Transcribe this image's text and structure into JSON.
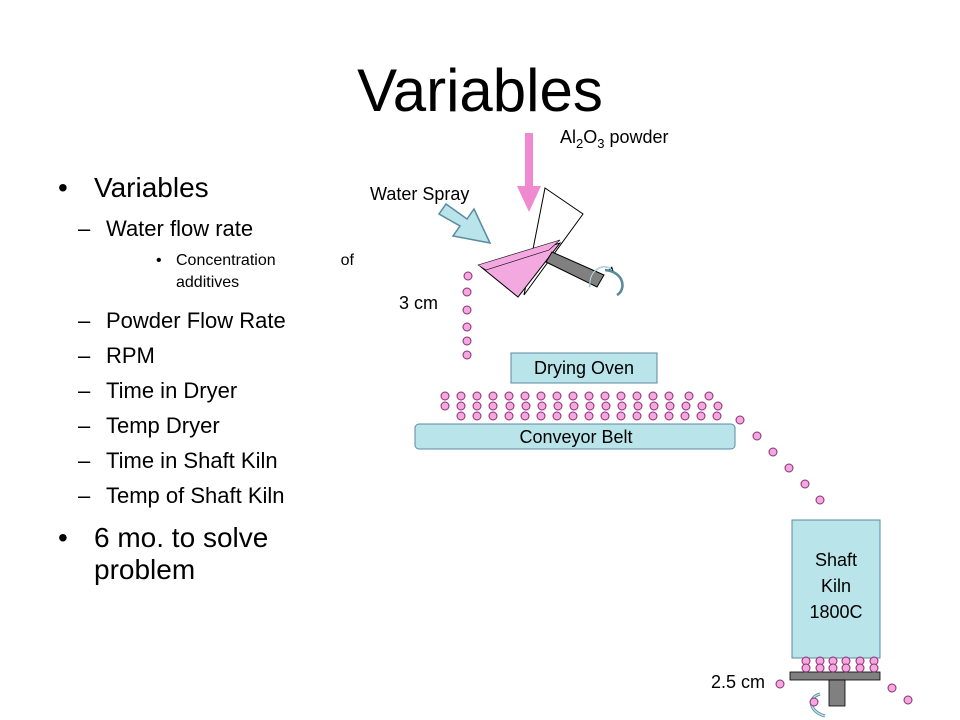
{
  "title": "Variables",
  "bullets": {
    "main1": "Variables",
    "water_flow_rate": "Water flow rate",
    "concentration": "Concentration of additives",
    "powder_flow_rate": "Powder Flow Rate",
    "rpm": "RPM",
    "time_in_dryer": "Time in Dryer",
    "temp_dryer": "Temp Dryer",
    "time_in_shaft_kiln": "Time in Shaft Kiln",
    "temp_of_shaft_kiln": "Temp of Shaft Kiln",
    "main2": "6 mo. to solve problem"
  },
  "diagram": {
    "powder_label": {
      "base1": "Al",
      "sub1": "2",
      "base2": "O",
      "sub2": "3",
      "rest": " powder"
    },
    "water_spray": "Water Spray",
    "three_cm": "3 cm",
    "drying_oven": "Drying Oven",
    "conveyor_belt": "Conveyor Belt",
    "shaft_kiln": [
      "Shaft",
      "Kiln",
      "1800C"
    ],
    "two_five_cm": "2.5 cm"
  },
  "colors": {
    "pink_fill": "#f4a8e0",
    "pink_arrow": "#f08ad0",
    "blue_fill": "#b8e4ea",
    "blue_stroke": "#5a8aa0",
    "particle_stroke": "#8a2c70",
    "gray": "#808080"
  }
}
